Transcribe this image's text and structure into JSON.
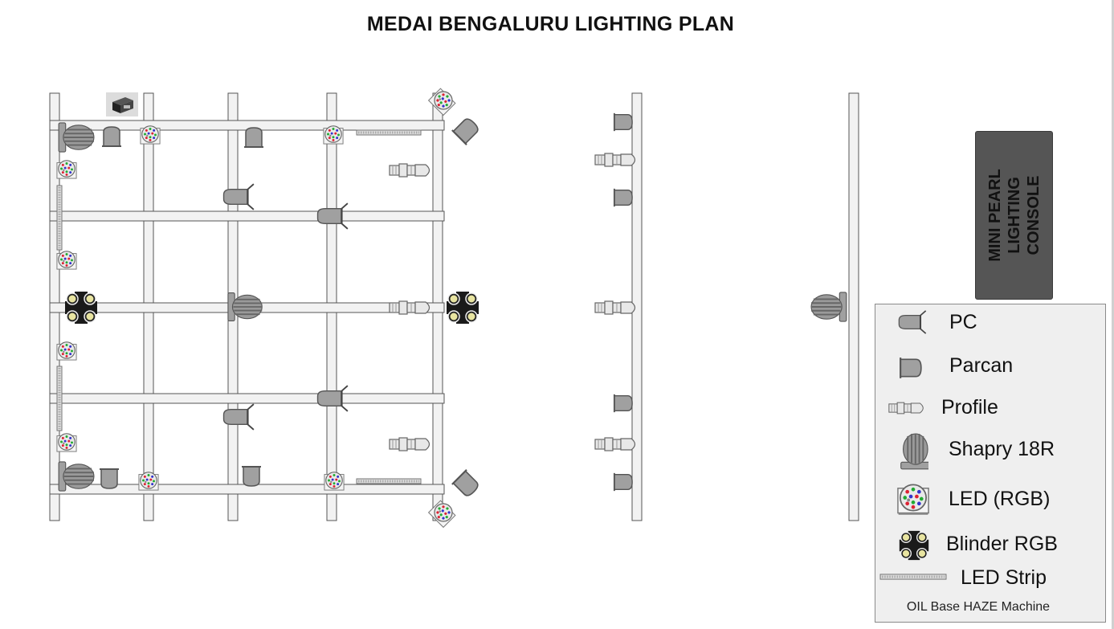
{
  "title": "MEDAI BENGALURU LIGHTING PLAN",
  "console": {
    "lines": [
      "MINI PEARL",
      "LIGHTING",
      "CONSOLE"
    ]
  },
  "legend": {
    "items": [
      {
        "icon": "pc-icon",
        "label": "PC"
      },
      {
        "icon": "parcan-icon",
        "label": "Parcan"
      },
      {
        "icon": "profile-icon",
        "label": "Profile"
      },
      {
        "icon": "shapry-icon",
        "label": "Shapry 18R"
      },
      {
        "icon": "led-rgb-icon",
        "label": "LED (RGB)"
      },
      {
        "icon": "blinder-rgb-icon",
        "label": "Blinder RGB"
      },
      {
        "icon": "led-strip-icon",
        "label": "LED Strip"
      }
    ],
    "footnote": "OIL Base HAZE Machine"
  },
  "colors": {
    "truss_fill": "#f2f2f2",
    "truss_stroke": "#555555",
    "fixture_fill": "#9e9e9e",
    "fixture_stroke": "#555555",
    "blinder_body": "#1a1a1a",
    "blinder_lamp": "#e8e4a0",
    "console_fill": "#555555",
    "legend_bg": "#efefef"
  }
}
